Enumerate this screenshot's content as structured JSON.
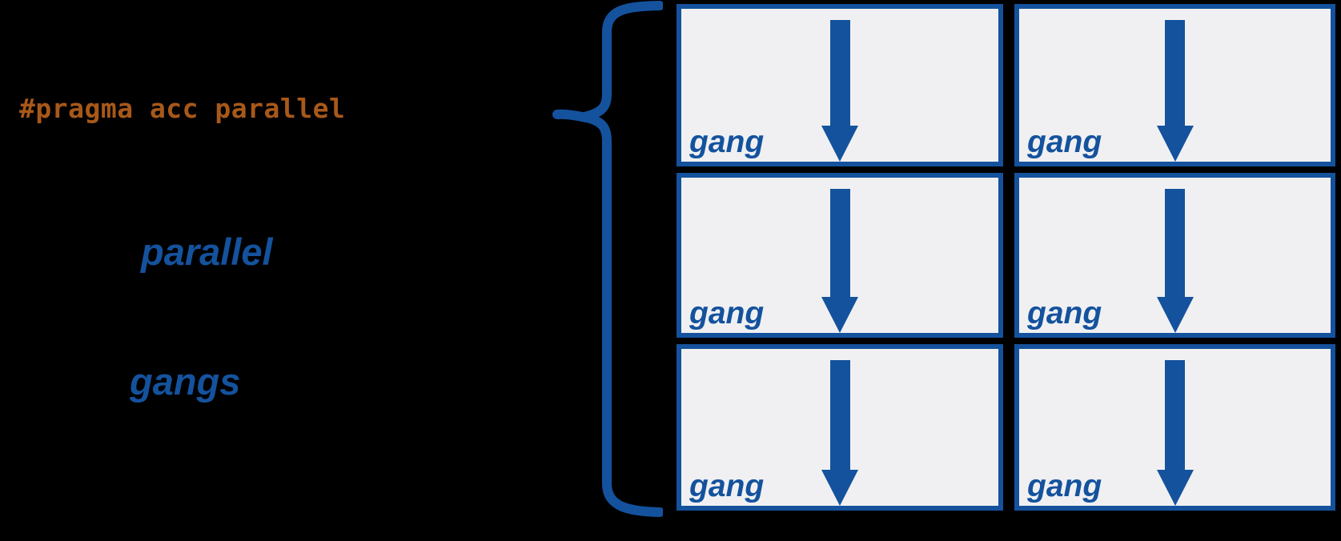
{
  "diagram": {
    "code_line": "#pragma acc parallel",
    "keywords": {
      "parallel": "parallel",
      "gangs": "gangs"
    },
    "brace": "left-curly-brace",
    "colors": {
      "background": "#000000",
      "accent_blue": "#14529e",
      "code_orange": "#a8591a",
      "box_fill": "#f0f0f2"
    },
    "grid": {
      "rows": 3,
      "cols": 2,
      "cells": [
        {
          "label": "gang"
        },
        {
          "label": "gang"
        },
        {
          "label": "gang"
        },
        {
          "label": "gang"
        },
        {
          "label": "gang"
        },
        {
          "label": "gang"
        }
      ]
    }
  }
}
